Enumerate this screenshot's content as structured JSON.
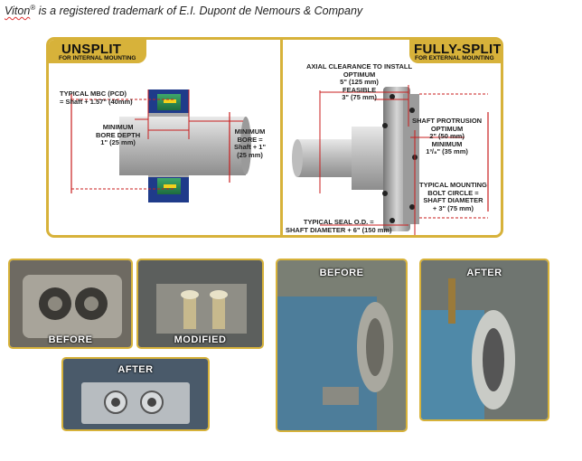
{
  "note": {
    "brand": "Viton",
    "reg": "®",
    "text": " is a registered trademark of E.I. Dupont de Nemours & Company"
  },
  "unsplit": {
    "title": "UNSPLIT",
    "subtitle": "FOR INTERNAL MOUNTING",
    "mbc": [
      "TYPICAL MBC (PCD)",
      "= Shaft + 1.57\" (40mm)"
    ],
    "bore_depth": [
      "MINIMUM",
      "BORE DEPTH",
      "1\" (25 mm)"
    ],
    "min_bore": [
      "MINIMUM",
      "BORE =",
      "Shaft + 1\"",
      "(25 mm)"
    ]
  },
  "fullsplit": {
    "title": "FULLY-SPLIT",
    "subtitle": "FOR EXTERNAL MOUNTING",
    "axial": [
      "AXIAL CLEARANCE TO INSTALL",
      "OPTIMUM",
      "5\" (125 mm)",
      "FEASIBLE",
      "3\" (75 mm)"
    ],
    "protrusion": [
      "SHAFT PROTRUSION",
      "OPTIMUM",
      "2\" (50 mm)",
      "MINIMUM",
      "1³/₈\" (35 mm)"
    ],
    "bolt": [
      "TYPICAL MOUNTING",
      "BOLT CIRCLE =",
      "SHAFT DIAMETER",
      "+ 3\" (75 mm)"
    ],
    "seal": [
      "TYPICAL SEAL O.D. =",
      "SHAFT DIAMETER + 6\" (150 mm)"
    ]
  },
  "photos": {
    "before1": "BEFORE",
    "modified": "MODIFIED",
    "after1": "AFTER",
    "before2": "BEFORE",
    "after2": "AFTER"
  },
  "colors": {
    "gold": "#d7b23a",
    "dim_red": "#c81e1e",
    "shaft_gray": "#c9c9c9",
    "seal_green": "#2e8b57",
    "seal_blue": "#1e3a8a"
  }
}
